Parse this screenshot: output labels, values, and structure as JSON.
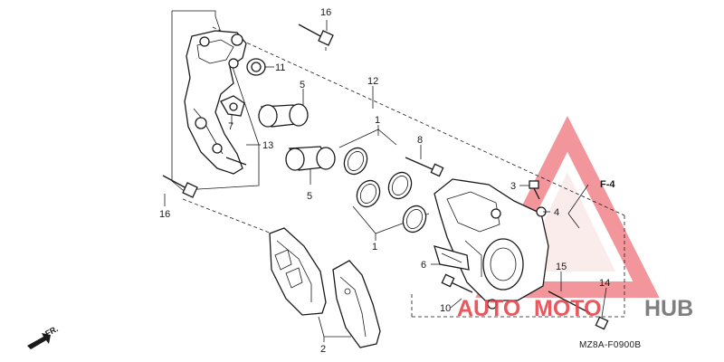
{
  "diagram": {
    "callouts": {
      "c1a": "1",
      "c1b": "1",
      "c2": "2",
      "c3": "3",
      "c4": "4",
      "c5a": "5",
      "c5b": "5",
      "c6": "6",
      "c7": "7",
      "c8": "8",
      "c10": "10",
      "c11": "11",
      "c12": "12",
      "c13": "13",
      "c14": "14",
      "c15": "15",
      "c16a": "16",
      "c16b": "16"
    },
    "ref_label": "F-4",
    "front_marker": "FR.",
    "diagram_code": "MZ8A-F0900B"
  },
  "watermark": {
    "text_auto": "AUTO",
    "text_moto": "MOTO",
    "text_hub": "HUB",
    "colors": {
      "red": "#e8424a",
      "grey": "#6e6e6e",
      "light_red": "#f2b3b3"
    }
  }
}
